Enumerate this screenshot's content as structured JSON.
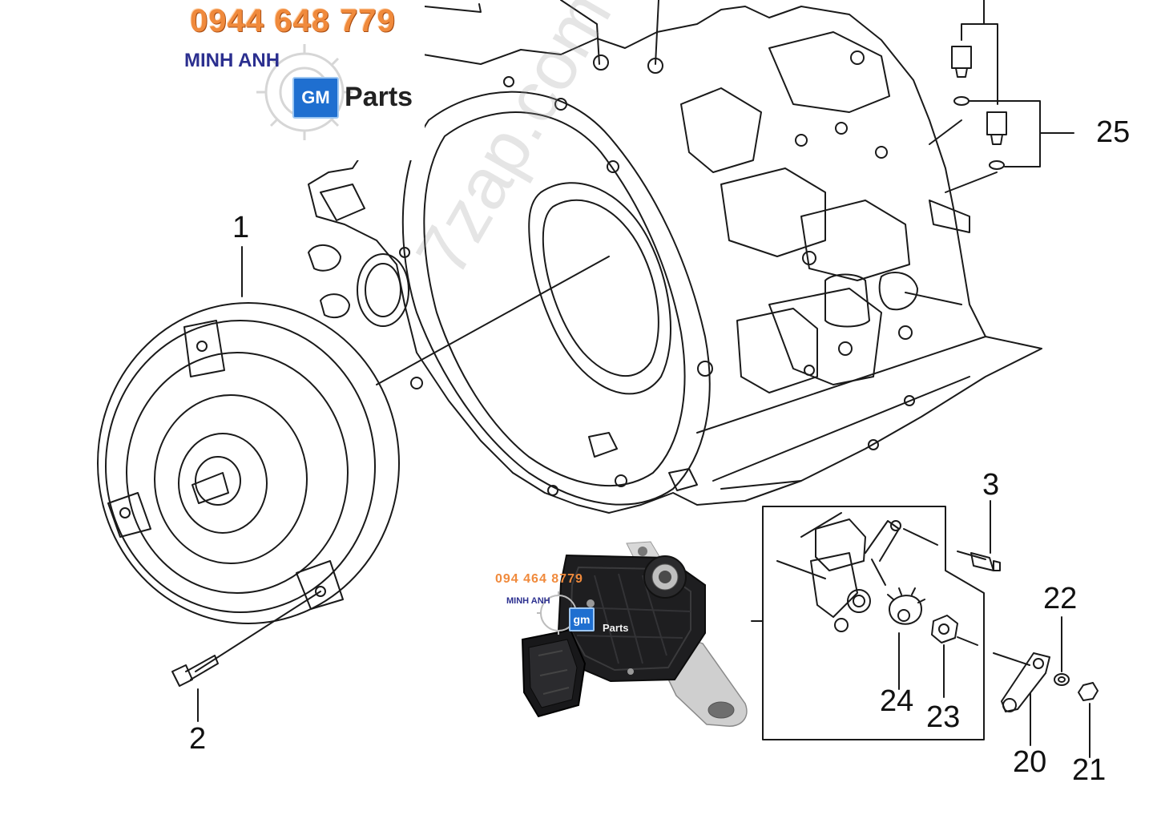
{
  "logo_main": {
    "phone": "0944 648 779",
    "brand": "MINH ANH",
    "gm_mark": "GM",
    "parts_label": "Parts"
  },
  "logo_small": {
    "phone": "094 464 8779",
    "brand": "MINH ANH",
    "gm_mark": "gm",
    "parts_label": "Parts"
  },
  "watermark": "7zap.com",
  "callouts": {
    "c1": "1",
    "c2": "2",
    "c3": "3",
    "c20": "20",
    "c21": "21",
    "c22": "22",
    "c23": "23",
    "c24": "24",
    "c25": "25"
  },
  "colors": {
    "line": "#1a1a1a",
    "phone_orange": "#f08a3c",
    "brand_blue": "#2b2f8f",
    "gm_blue": "#1f6fd0",
    "switch_black": "#1b1b1d",
    "bracket_silver": "#c9c9c9"
  }
}
